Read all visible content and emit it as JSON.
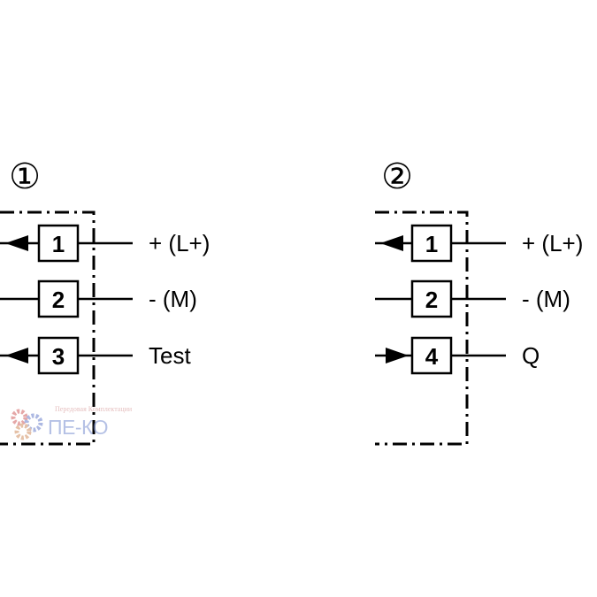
{
  "diagrams": [
    {
      "number": "①",
      "pins": [
        {
          "pin": "1",
          "label": "+ (L+)",
          "arrow": "out"
        },
        {
          "pin": "2",
          "label": "- (M)",
          "arrow": "none"
        },
        {
          "pin": "3",
          "label": "Test",
          "arrow": "out"
        }
      ]
    },
    {
      "number": "②",
      "pins": [
        {
          "pin": "1",
          "label": "+ (L+)",
          "arrow": "out"
        },
        {
          "pin": "2",
          "label": "- (M)",
          "arrow": "none"
        },
        {
          "pin": "4",
          "label": "Q",
          "arrow": "in"
        }
      ]
    }
  ],
  "watermark": {
    "tagline": "Передовая Комплектации",
    "logo": "ПЕ-КО"
  }
}
